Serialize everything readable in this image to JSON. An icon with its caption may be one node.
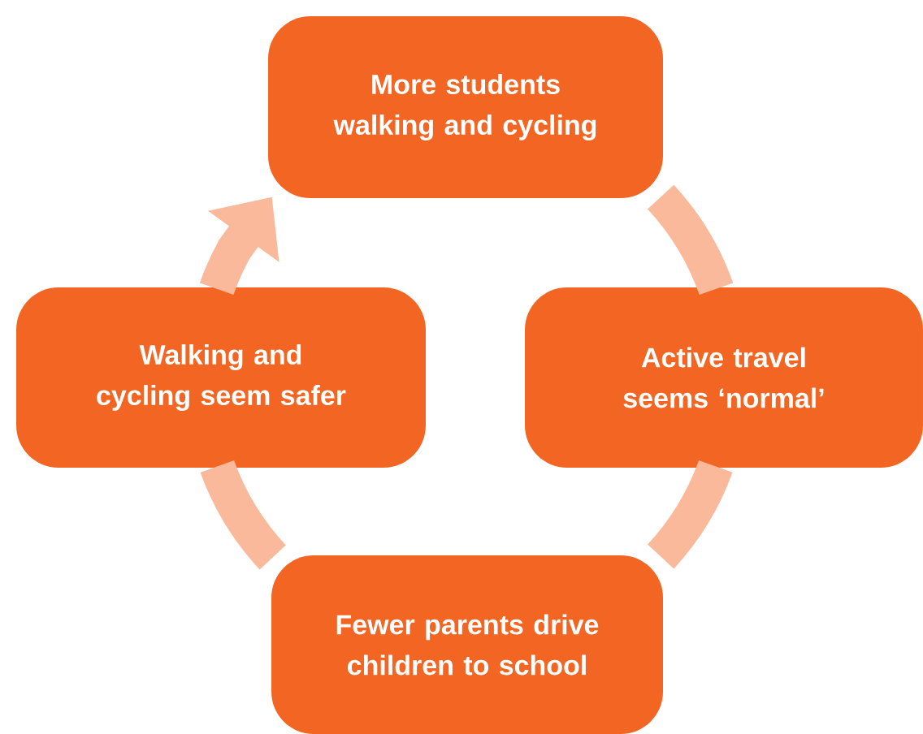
{
  "diagram": {
    "nodes": [
      {
        "text": [
          "More students walking and cycling"
        ]
      },
      {
        "text": [
          "Active travel seems ‘normal’"
        ]
      },
      {
        "text": [
          "Fewer parents drive children to school"
        ]
      },
      {
        "text": [
          "Walking and cycling seem safer"
        ]
      }
    ],
    "edges": [
      {
        "from": 0,
        "to": 1,
        "arrow": "none"
      },
      {
        "from": 1,
        "to": 2,
        "arrow": "none"
      },
      {
        "from": 2,
        "to": 3,
        "arrow": "none"
      },
      {
        "from": 3,
        "to": 0,
        "arrow": "to"
      }
    ]
  }
}
